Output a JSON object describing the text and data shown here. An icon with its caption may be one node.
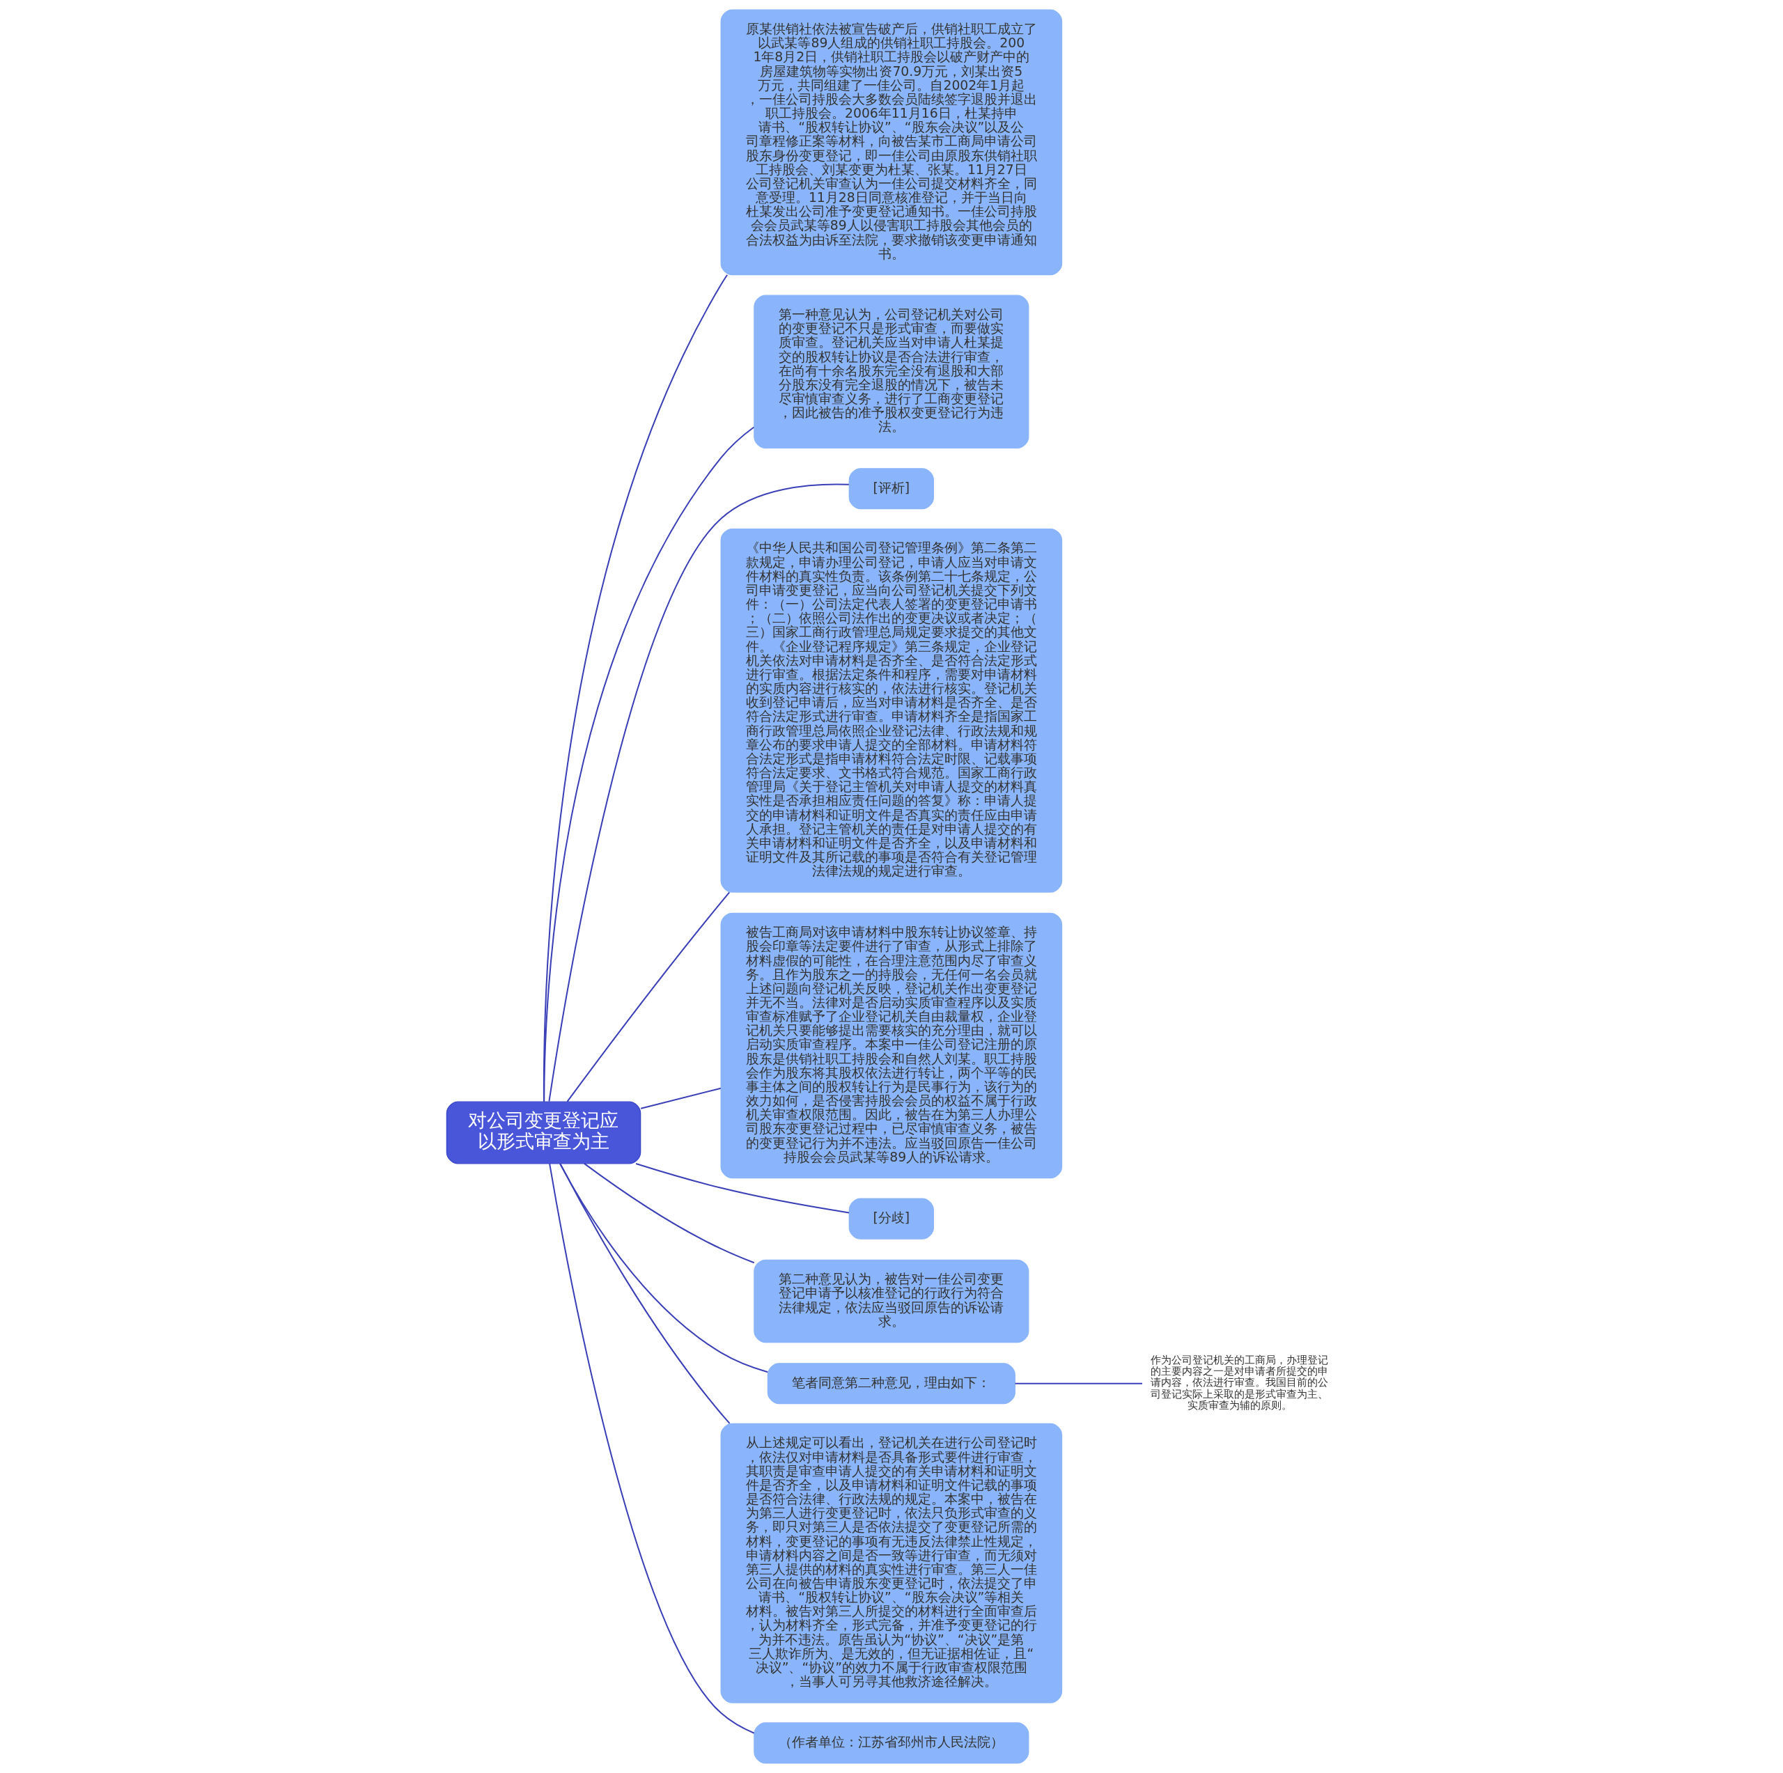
{
  "diagram": {
    "nodes": [
      {
        "text": [
          "对公司变更登记应以形式审查为主"
        ]
      },
      {
        "text": [
          "原某供销社依法被宣告破产后，供销社职工成立了以武某等89人组成的供销社职工持股会。2001年8月2日，供销社职工持股会以破产财产中的房屋建筑物等实物出资70.9万元，刘某出资5万元，共同组建了一佳公司。自2002年1月起，一佳公司持股会大多数会员陆续签字退股并退出职工持股会。2006年11月16日，杜某持申请书、“股权转让协议”、“股东会决议”以及公司章程修正案等材料，向被告某市工商局申请公司股东身份变更登记，即一佳公司由原股东供销社职工持股会、刘某变更为杜某、张某。11月27日公司登记机关审查认为一佳公司提交材料齐全，同意受理。11月28日同意核准登记，并于当日向杜某发出公司准予变更登记通知书。一佳公司持股会会员武某等89人以侵害职工持股会其他会员的合法权益为由诉至法院，要求撤销该变更申请通知书。"
        ]
      },
      {
        "text": [
          "第一种意见认为，公司登记机关对公司的变更登记不只是形式审查，而要做实质审查。登记机关应当对申请人杜某提交的股权转让协议是否合法进行审查，在尚有十余名股东完全没有退股和大部分股东没有完全退股的情况下，被告未尽审慎审查义务，进行了工商变更登记，因此被告的准予股权变更登记行为违法。"
        ]
      },
      {
        "text": [
          "[评析]"
        ]
      },
      {
        "text": [
          "《中华人民共和国公司登记管理条例》第二条第二款规定，申请办理公司登记，申请人应当对申请文件材料的真实性负责。该条例第二十七条规定，公司申请变更登记，应当向公司登记机关提交下列文件：（一）公司法定代表人签署的变更登记申请书；（二）依照公司法作出的变更决议或者决定；（三）国家工商行政管理总局规定要求提交的其他文件。《企业登记程序规定》第三条规定，企业登记机关依法对申请材料是否齐全、是否符合法定形式进行审查。根据法定条件和程序，需要对申请材料的实质内容进行核实的，依法进行核实。登记机关收到登记申请后，应当对申请材料是否齐全、是否符合法定形式进行审查。申请材料齐全是指国家工商行政管理总局依照企业登记法律、行政法规和规章公布的要求申请人提交的全部材料。申请材料符合法定形式是指申请材料符合法定时限、记载事项符合法定要求、文书格式符合规范。国家工商行政管理局《关于登记主管机关对申请人提交的材料真实性是否承担相应责任问题的答复》称：申请人提交的申请材料和证明文件是否真实的责任应由申请人承担。登记主管机关的责任是对申请人提交的有关申请材料和证明文件是否齐全，以及申请材料和证明文件及其所记载的事项是否符合有关登记管理法律法规的规定进行审查。"
        ]
      },
      {
        "text": [
          "被告工商局对该申请材料中股东转让协议签章、持股会印章等法定要件进行了审查，从形式上排除了材料虚假的可能性，在合理注意范围内尽了审查义务。且作为股东之一的持股会，无任何一名会员就上述问题向登记机关反映，登记机关作出变更登记并无不当。法律对是否启动实质审查程序以及实质审查标准赋予了企业登记机关自由裁量权，企业登记机关只要能够提出需要核实的充分理由，就可以启动实质审查程序。本案中一佳公司登记注册的原股东是供销社职工持股会和自然人刘某。职工持股会作为股东将其股权依法进行转让，两个平等的民事主体之间的股权转让行为是民事行为，该行为的效力如何，是否侵害持股会会员的权益不属于行政机关审查权限范围。因此，被告在为第三人办理公司股东变更登记过程中，已尽审慎审查义务，被告的变更登记行为并不违法。应当驳回原告一佳公司持股会会员武某等89人的诉讼请求。"
        ]
      },
      {
        "text": [
          "[分歧]"
        ]
      },
      {
        "text": [
          "第二种意见认为，被告对一佳公司变更登记申请予以核准登记的行政行为符合法律规定，依法应当驳回原告的诉讼请求。"
        ]
      },
      {
        "text": [
          "笔者同意第二种意见，理由如下："
        ]
      },
      {
        "text": [
          "作为公司登记机关的工商局，办理登记的主要内容之一是对申请者所提交的申请内容，依法进行审查。我国目前的公司登记实际上采取的是形式审查为主、实质审查为辅的原则。"
        ]
      },
      {
        "text": [
          "从上述规定可以看出，登记机关在进行公司登记时，依法仅对申请材料是否具备形式要件进行审查，其职责是审查申请人提交的有关申请材料和证明文件是否齐全，以及申请材料和证明文件记载的事项是否符合法律、行政法规的规定。本案中，被告在为第三人进行变更登记时，依法只负形式审查的义务，即只对第三人是否依法提交了变更登记所需的材料，变更登记的事项有无违反法律禁止性规定，申请材料内容之间是否一致等进行审查，而无须对第三人提供的材料的真实性进行审查。第三人一佳公司在向被告申请股东变更登记时，依法提交了申请书、“股权转让协议”、“股东会决议”等相关材料。被告对第三人所提交的材料进行全面审查后，认为材料齐全，形式完备，并准予变更登记的行为并不违法。原告虽认为“协议”、“决议”是第三人欺诈所为、是无效的，但无证据相佐证，且“决议”、“协议”的效力不属于行政审查权限范围，当事人可另寻其他救济途径解决。"
        ]
      },
      {
        "text": [
          "（作者单位：江苏省邳州市人民法院）"
        ]
      }
    ],
    "edges": [
      {
        "from": 0,
        "to": 1,
        "arrow": "none"
      },
      {
        "from": 0,
        "to": 2,
        "arrow": "none"
      },
      {
        "from": 0,
        "to": 3,
        "arrow": "none"
      },
      {
        "from": 0,
        "to": 4,
        "arrow": "none"
      },
      {
        "from": 0,
        "to": 5,
        "arrow": "none"
      },
      {
        "from": 0,
        "to": 6,
        "arrow": "none"
      },
      {
        "from": 0,
        "to": 7,
        "arrow": "none"
      },
      {
        "from": 0,
        "to": 8,
        "arrow": "none"
      },
      {
        "from": 8,
        "to": 9,
        "arrow": "none"
      },
      {
        "from": 0,
        "to": 10,
        "arrow": "none"
      },
      {
        "from": 0,
        "to": 11,
        "arrow": "none"
      }
    ]
  }
}
